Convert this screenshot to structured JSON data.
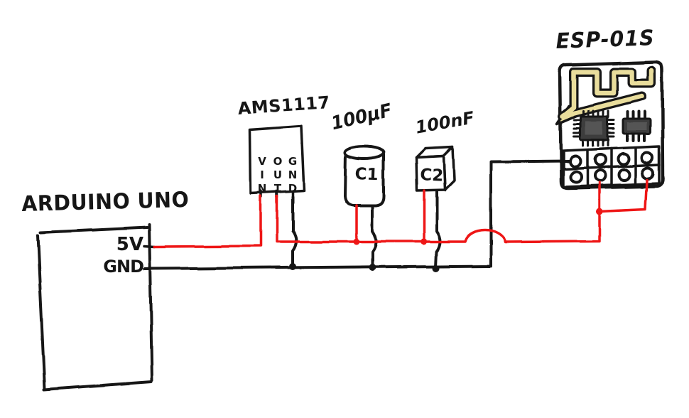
{
  "diagram": {
    "arduino": {
      "title": "ARDUINO UNO",
      "pin_5v": "5V",
      "pin_gnd": "GND"
    },
    "regulator": {
      "title": "AMS1117",
      "pin_in": "VIN",
      "pin_out": "OUT",
      "pin_gnd": "GND"
    },
    "cap1": {
      "value": "100µF",
      "designator": "C1"
    },
    "cap2": {
      "value": "100nF",
      "designator": "C2"
    },
    "esp": {
      "title": "ESP-01S"
    }
  },
  "colors": {
    "power_wire": "#ee1313",
    "ink": "#161616",
    "antenna_fill": "#e9dd9c",
    "chip_fill": "#3d3d3d",
    "background": "#ffffff"
  }
}
